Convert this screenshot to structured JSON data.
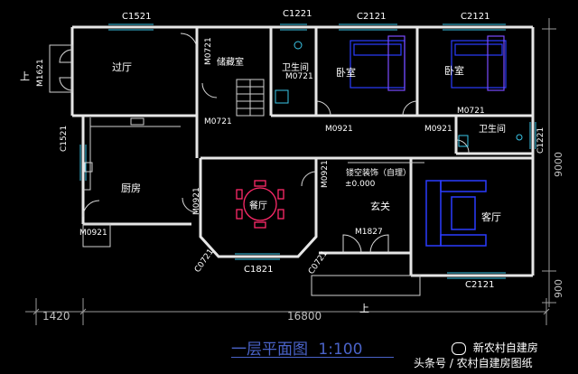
{
  "plan": {
    "title": "一层平面图",
    "scale": "1:100",
    "rooms": {
      "guoting": "过厅",
      "storage": "储藏室",
      "bath1": "卫生间",
      "bedroom1": "卧室",
      "bedroom2": "卧室",
      "bath2": "卫生间",
      "kitchen": "厨房",
      "dining": "餐厅",
      "foyer": "玄关",
      "living": "客厅"
    },
    "notes": {
      "hollow": "镂空装饰（自理）",
      "elevation": "±0.000",
      "up_left": "上",
      "up_bottom": "上"
    },
    "windows": {
      "w_c1521_top": "C1521",
      "w_c1221_top": "C1221",
      "w_c2121_top1": "C2121",
      "w_c2121_top2": "C2121",
      "w_c1521_left": "C1521",
      "w_c1221_right": "C1221",
      "w_c0721_left": "C0721",
      "w_c1821": "C1821",
      "w_c0721_right": "C0721",
      "w_c2121_bottom": "C2121"
    },
    "doors": {
      "m1621": "M1621",
      "m0721_storage_top": "M0721",
      "m0721_bath": "M0721",
      "m0721_storage_bottom": "M0721",
      "m0921_left": "M0921",
      "m0921_right": "M0921",
      "m0721_bath2": "M0721",
      "m0921_dining": "M0921",
      "m0921_foyer": "M0921",
      "m0921_kitchen": "M0921",
      "m1827": "M1827"
    },
    "dimensions": {
      "d1420": "1420",
      "d16800": "16800",
      "d9000": "9000",
      "d900": "900"
    }
  },
  "watermark": {
    "brand": "新农村自建房",
    "source": "头条号 / 农村自建房图纸"
  },
  "colors": {
    "wall": "#e8e8e8",
    "text": "#ffffff",
    "dim": "#bfbfbf",
    "furniture_blue": "#2a3cff",
    "furniture_red": "#ff2a6a",
    "window_cyan": "#3ac6e8",
    "title": "#4a63c8"
  }
}
